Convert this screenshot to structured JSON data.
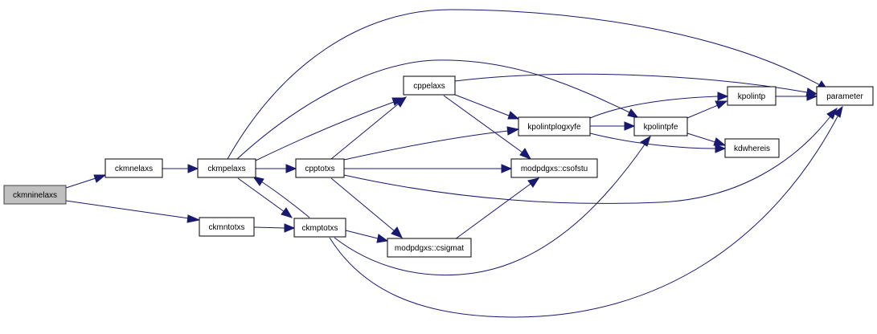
{
  "nodes": {
    "ckmninelaxs": "ckmninelaxs",
    "ckmnelaxs": "ckmnelaxs",
    "ckmntotxs": "ckmntotxs",
    "ckmpelaxs": "ckmpelaxs",
    "cpptotxs": "cpptotxs",
    "ckmptotxs": "ckmptotxs",
    "cppelaxs": "cppelaxs",
    "kpolintplogxyfe": "kpolintplogxyfe",
    "modpdgxs_csofstu": "modpdgxs::csofstu",
    "modpdgxs_csigmat": "modpdgxs::csigmat",
    "kpolintpfe": "kpolintpfe",
    "kpolintp": "kpolintp",
    "kdwhereis": "kdwhereis",
    "parameter": "parameter"
  },
  "colors": {
    "edge": "#191970",
    "root_fill": "#bfbfbf"
  }
}
